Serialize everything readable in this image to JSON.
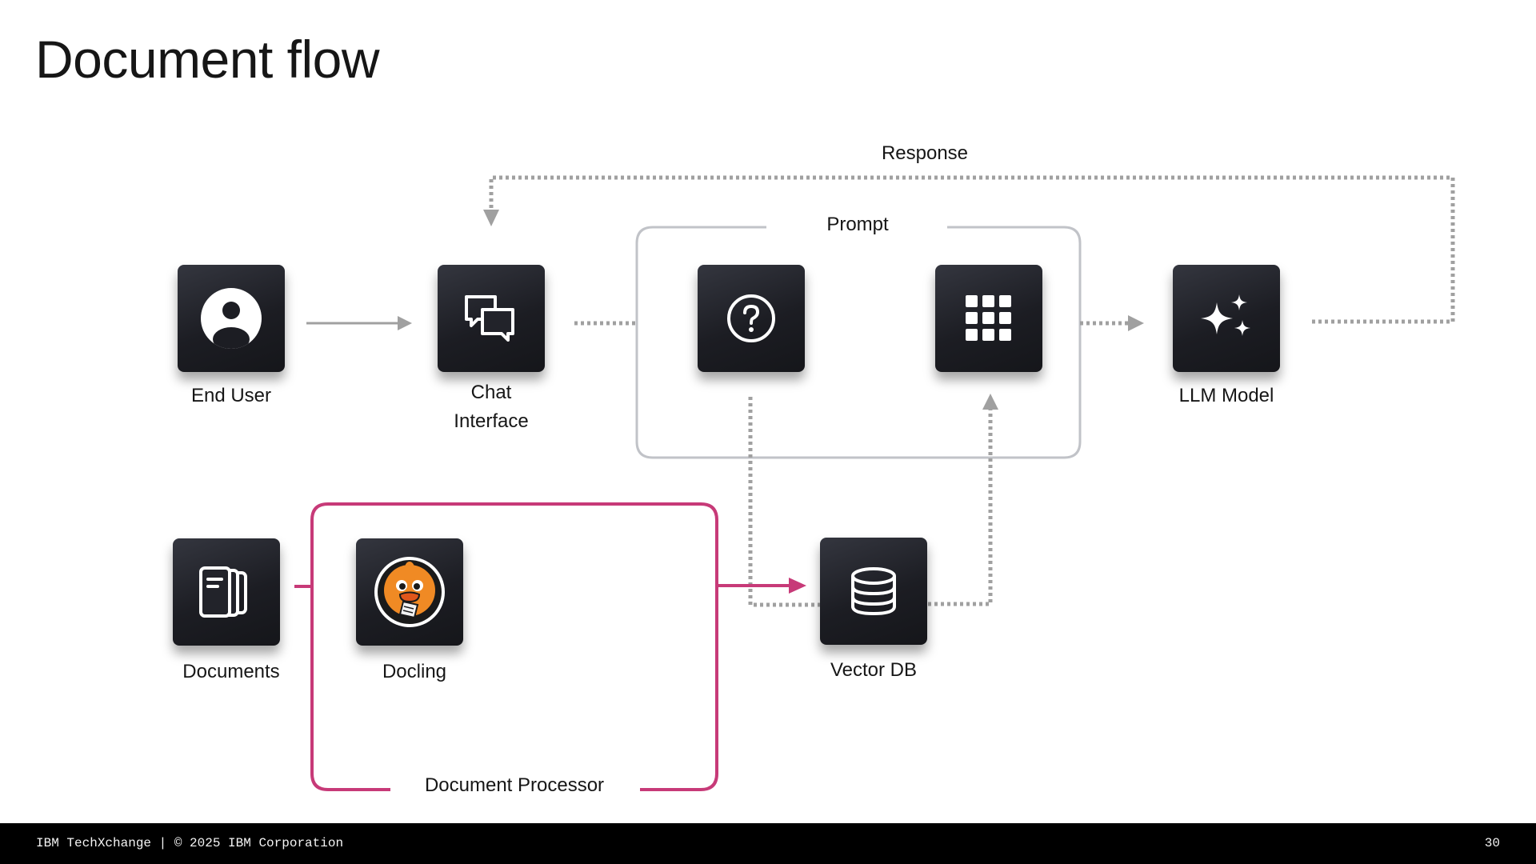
{
  "slide": {
    "title": "Document flow",
    "page_number": "30"
  },
  "footer": {
    "text": "IBM TechXchange | © 2025 IBM Corporation"
  },
  "nodes": {
    "end_user": {
      "label": "End User",
      "icon": "user-avatar-icon"
    },
    "chat_interface": {
      "line1": "Chat",
      "line2": "Interface",
      "icon": "chat-bubbles-icon"
    },
    "question": {
      "icon": "question-circle-icon"
    },
    "grid": {
      "icon": "grid-icon"
    },
    "llm_model": {
      "label": "LLM Model",
      "icon": "sparkles-icon"
    },
    "documents": {
      "label": "Documents",
      "icon": "documents-icon"
    },
    "docling": {
      "label": "Docling",
      "icon": "docling-duck-logo"
    },
    "vector_db": {
      "label": "Vector DB",
      "icon": "database-icon"
    }
  },
  "groups": {
    "prompt": {
      "label": "Prompt"
    },
    "document_processor": {
      "label": "Document Processor"
    }
  },
  "edges": {
    "response": {
      "label": "Response"
    }
  },
  "colors": {
    "accent_magenta": "#c73a78",
    "dotted_gray": "#a0a0a0",
    "group_gray": "#c1c3c8",
    "tile_dark": "#1c1d23"
  }
}
